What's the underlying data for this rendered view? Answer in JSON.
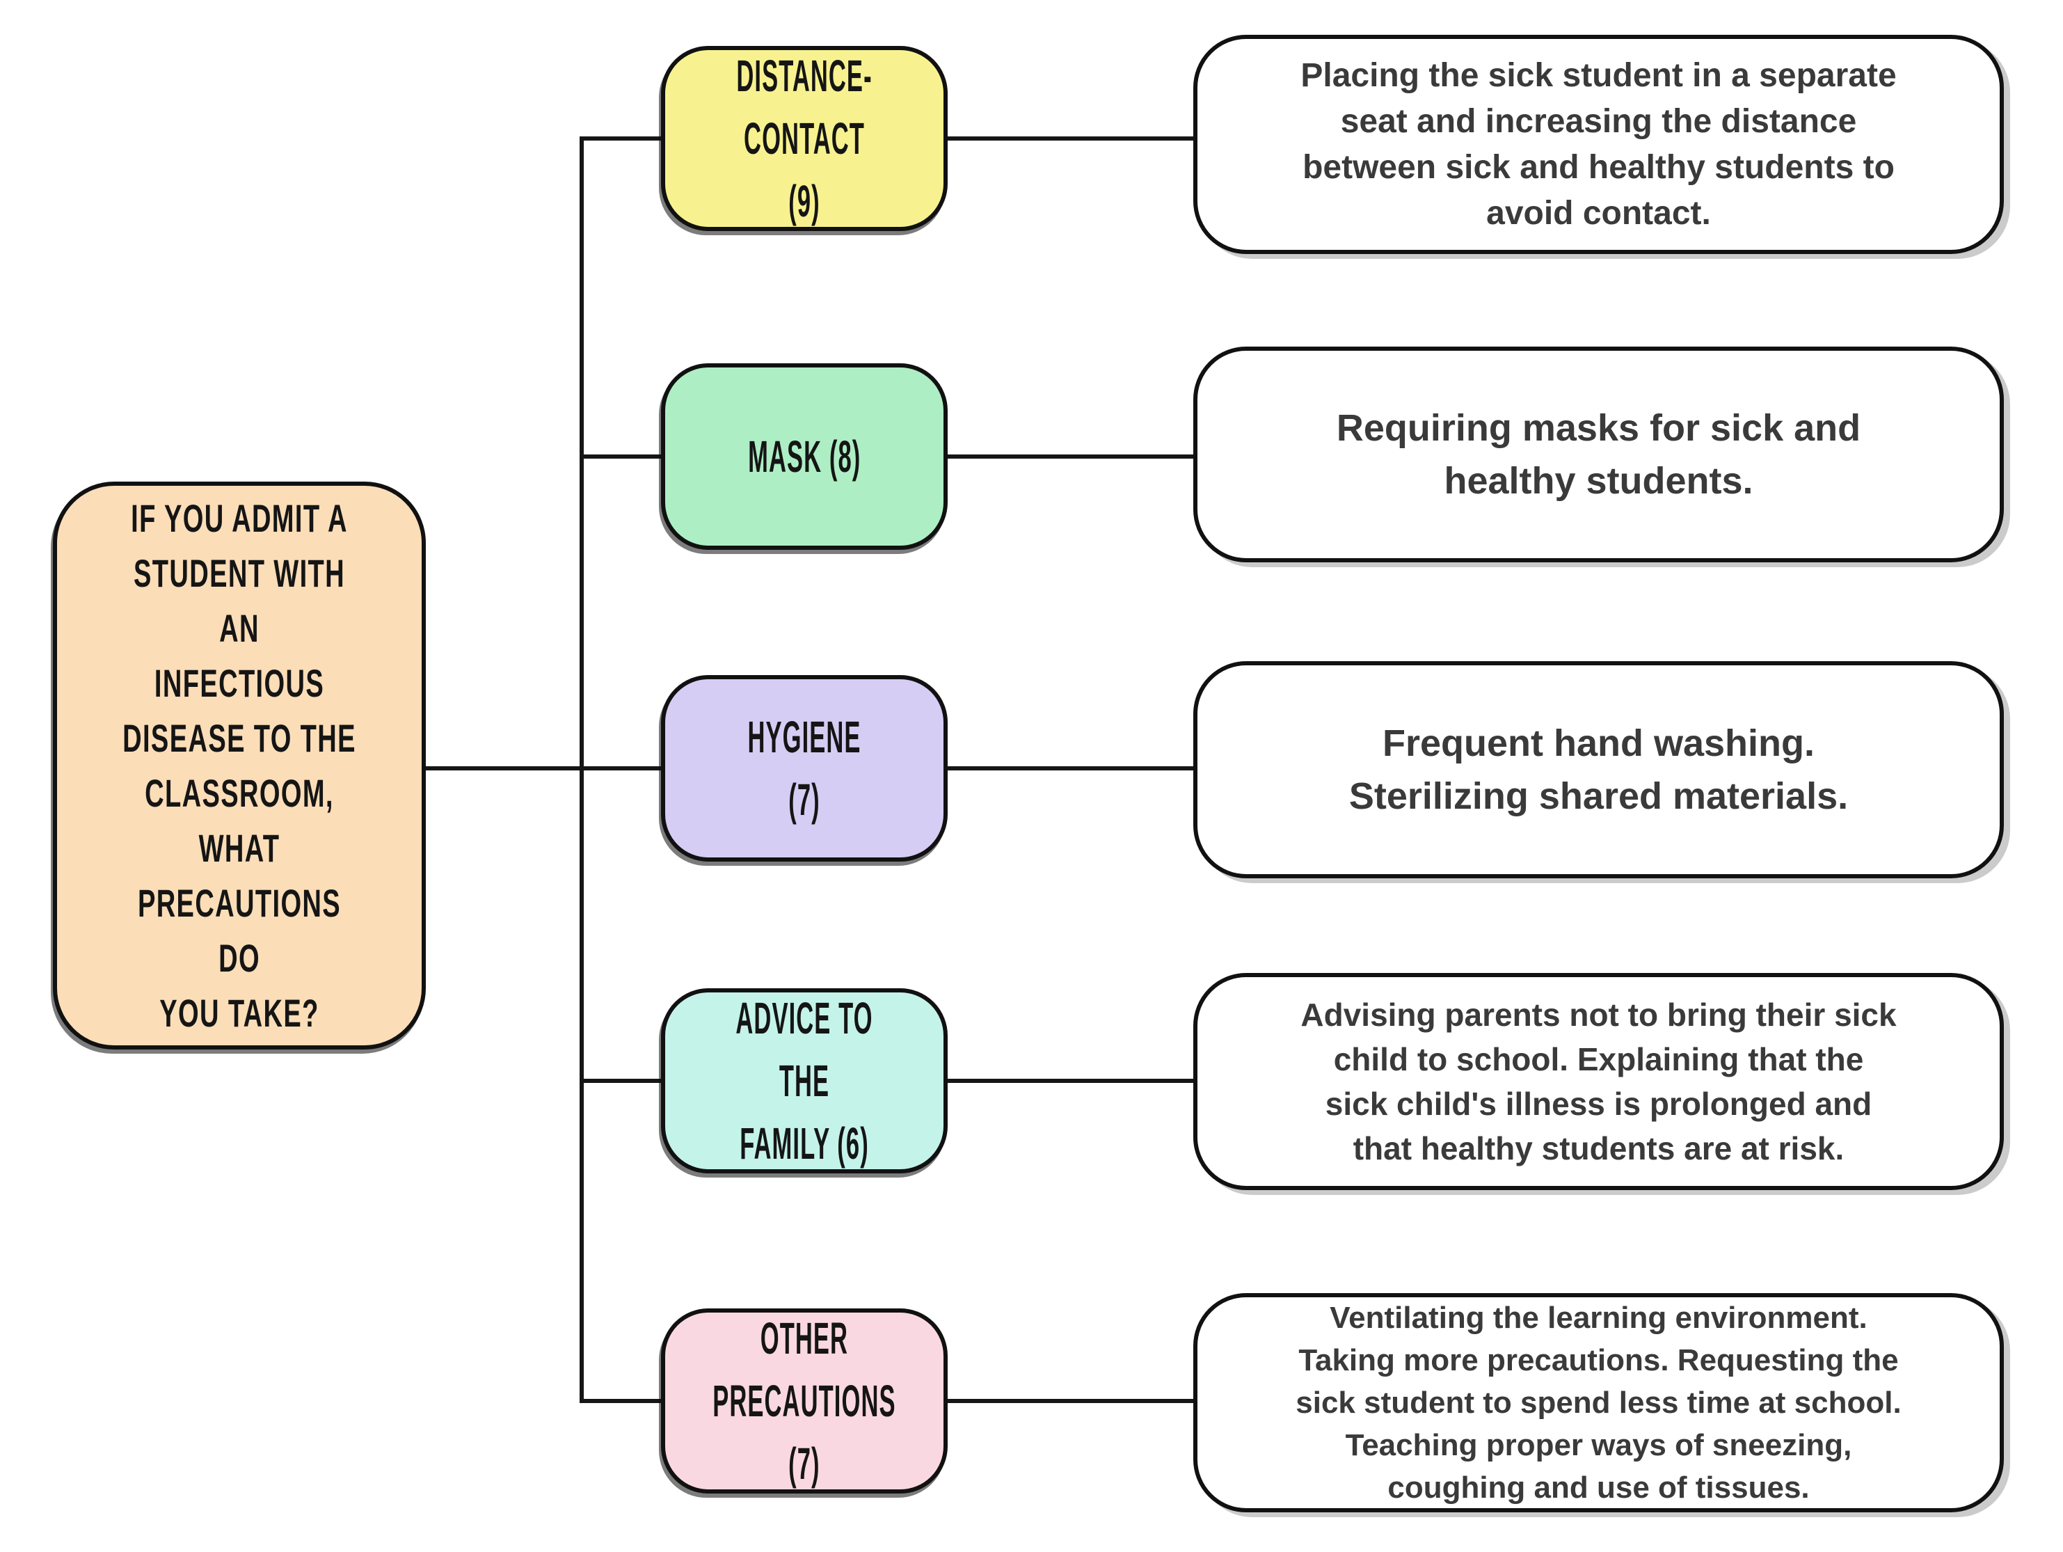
{
  "diagram": {
    "line_color": "#161616",
    "text_color": "#3A3A3A",
    "question_box": {
      "text": "IF YOU ADMIT A\nSTUDENT WITH AN\nINFECTIOUS\nDISEASE TO THE\nCLASSROOM, WHAT\nPRECAUTIONS DO\nYOU TAKE?",
      "color": "#FBDDB8"
    },
    "branches": [
      {
        "label": "DISTANCE-CONTACT\n(9)",
        "count": 9,
        "color": "#F7F28F",
        "description": "Placing the sick student in a separate\nseat and increasing the distance\nbetween sick and healthy students to\navoid contact."
      },
      {
        "label": "MASK (8)",
        "count": 8,
        "color": "#AEEEC4",
        "description": "Requiring masks for sick and\nhealthy students."
      },
      {
        "label": "HYGIENE (7)",
        "count": 7,
        "color": "#D6CDF4",
        "description": "Frequent hand washing.\nSterilizing shared materials."
      },
      {
        "label": "ADVICE TO THE\nFAMILY (6)",
        "count": 6,
        "color": "#C4F3EA",
        "description": "Advising parents not to bring their sick\nchild to school. Explaining that the\nsick child's illness is prolonged and\nthat healthy students are at risk."
      },
      {
        "label": "OTHER\nPRECAUTIONS (7)",
        "count": 7,
        "color": "#FAD8E2",
        "description": "Ventilating the learning environment.\nTaking more precautions. Requesting the\nsick student to spend less time at school.\nTeaching proper ways of sneezing,\ncoughing and use of tissues."
      }
    ]
  }
}
